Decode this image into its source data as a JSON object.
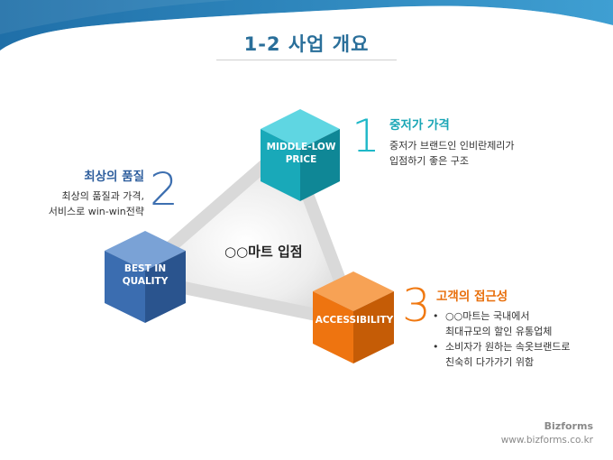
{
  "slide": {
    "title": "1-2 사업 개요",
    "center_label": "○○마트 입점"
  },
  "items": [
    {
      "number": "1",
      "heading": "중저가 가격",
      "cube_label": "MIDDLE-LOW PRICE",
      "lines": [
        "중저가 브랜드인 인비란제리가",
        "입점하기 좋은 구조"
      ],
      "color": "#1fb8c8"
    },
    {
      "number": "2",
      "heading": "최상의 품질",
      "cube_label": "BEST IN QUALITY",
      "lines": [
        "최상의 품질과 가격,",
        "서비스로 win-win전략"
      ],
      "color": "#3d6fb0"
    },
    {
      "number": "3",
      "heading": "고객의 접근성",
      "cube_label": "ACCESSIBILITY",
      "bullets": [
        {
          "marker": "•",
          "line1": "○○마트는 국내에서",
          "line2": "최대규모의 할인 유통업체"
        },
        {
          "marker": "•",
          "line1": "소비자가 원하는 속옷브랜드로",
          "line2": "친숙히 다가가기 위함"
        }
      ],
      "color": "#f07810"
    }
  ],
  "footer": {
    "brand": "Bizforms",
    "url": "www.bizforms.co.kr"
  }
}
